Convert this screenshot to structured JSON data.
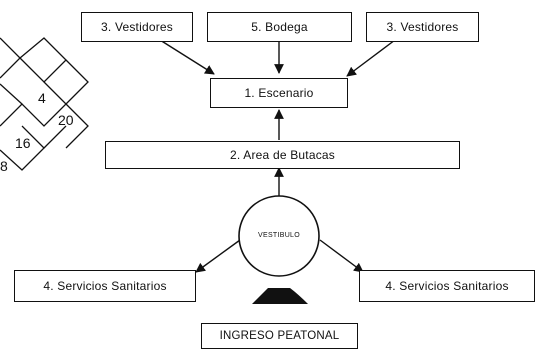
{
  "nodes": {
    "vestidores_left": "3. Vestidores",
    "bodega": "5. Bodega",
    "vestidores_right": "3. Vestidores",
    "escenario": "1. Escenario",
    "area_butacas": "2. Area de Butacas",
    "vestibulo": "VESTIBULO",
    "servicios_left": "4. Servicios Sanitarios",
    "servicios_right": "4. Servicios Sanitarios",
    "ingreso": "INGRESO PEATONAL"
  },
  "side_diagram": {
    "cells": [
      "4",
      "20",
      "16",
      "8"
    ]
  },
  "colors": {
    "line": "#111111",
    "background": "#ffffff"
  }
}
